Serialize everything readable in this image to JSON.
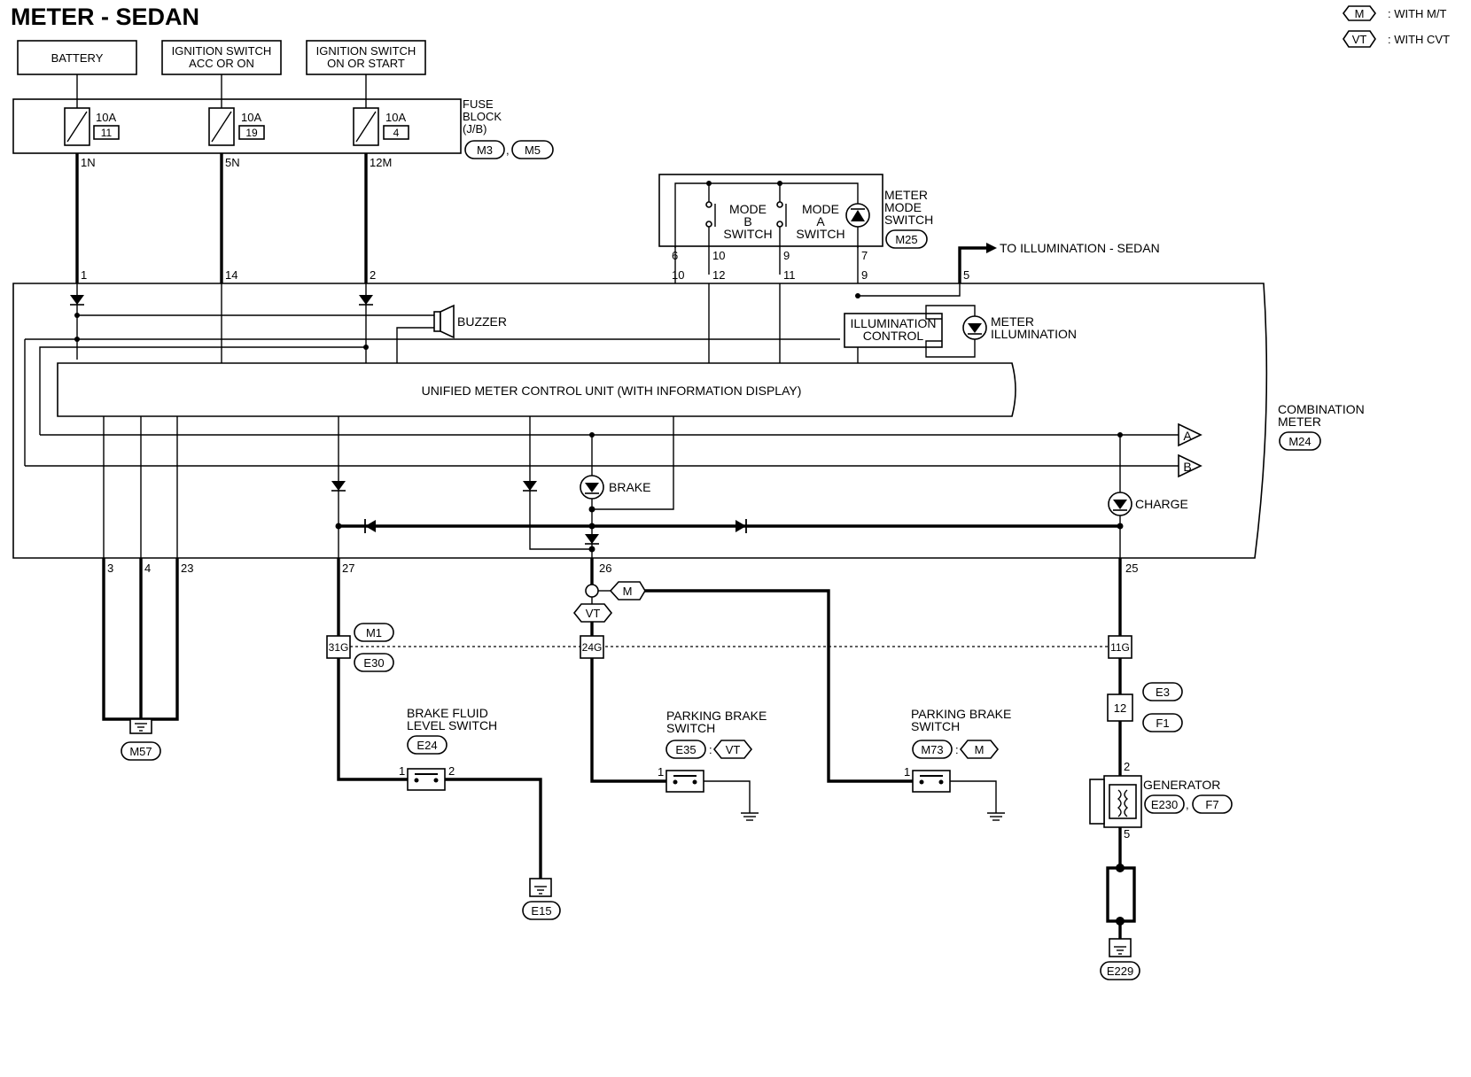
{
  "title": "METER - SEDAN",
  "legend": [
    {
      "tag": "M",
      "text": ": WITH M/T"
    },
    {
      "tag": "VT",
      "text": ": WITH CVT"
    }
  ],
  "power_sources": {
    "battery": "BATTERY",
    "ign_acc_1": "IGNITION SWITCH",
    "ign_acc_2": "ACC OR ON",
    "ign_on_1": "IGNITION SWITCH",
    "ign_on_2": "ON OR START"
  },
  "fuses": [
    {
      "amp": "10A",
      "num": "11",
      "term": "1N",
      "pin": "1"
    },
    {
      "amp": "10A",
      "num": "19",
      "term": "5N",
      "pin": "14"
    },
    {
      "amp": "10A",
      "num": "4",
      "term": "12M",
      "pin": "2"
    }
  ],
  "fuse_block": {
    "line1": "FUSE",
    "line2": "BLOCK",
    "line3": "(J/B)",
    "conn1": "M3",
    "sep": ",",
    "conn2": "M5"
  },
  "mode_switch": {
    "label1": "METER",
    "label2": "MODE",
    "label3": "SWITCH",
    "conn": "M25",
    "b1": "MODE",
    "b2": "B",
    "b3": "SWITCH",
    "a1": "MODE",
    "a2": "A",
    "a3": "SWITCH",
    "terms": [
      "6",
      "10",
      "9",
      "7"
    ],
    "pins": [
      "10",
      "12",
      "11",
      "9"
    ]
  },
  "illum": {
    "to": "TO ILLUMINATION - SEDAN",
    "pin": "5",
    "ctrl1": "ILLUMINATION",
    "ctrl2": "CONTROL",
    "lamp1": "METER",
    "lamp2": "ILLUMINATION"
  },
  "buzzer": "BUZZER",
  "unit": "UNIFIED METER CONTROL UNIT (WITH INFORMATION DISPLAY)",
  "combo": {
    "line1": "COMBINATION",
    "line2": "METER",
    "conn": "M24"
  },
  "connectors": {
    "a": "A",
    "b": "B"
  },
  "lamps": {
    "brake": "BRAKE",
    "charge": "CHARGE"
  },
  "bottom_pins": [
    "3",
    "4",
    "23",
    "27",
    "26",
    "25"
  ],
  "ground_m57": "M57",
  "joint": {
    "j1": "31G",
    "j2": "24G",
    "j3": "11G",
    "m1": "M1",
    "e30": "E30",
    "m": "M",
    "vt": "VT"
  },
  "brake_fluid": {
    "l1": "BRAKE FLUID",
    "l2": "LEVEL SWITCH",
    "conn": "E24",
    "p1": "1",
    "p2": "2",
    "ground": "E15"
  },
  "pbrake_cvt": {
    "l1": "PARKING BRAKE",
    "l2": "SWITCH",
    "conn": "E35",
    "colon": ":",
    "tag": "VT",
    "p1": "1"
  },
  "pbrake_mt": {
    "l1": "PARKING BRAKE",
    "l2": "SWITCH",
    "conn": "M73",
    "colon": ":",
    "tag": "M",
    "p1": "1"
  },
  "generator": {
    "joint": "12",
    "e3": "E3",
    "f1": "F1",
    "p2": "2",
    "p5": "5",
    "label": "GENERATOR",
    "conn1": "E230",
    "sep": ",",
    "conn2": "F7",
    "ground": "E229"
  }
}
